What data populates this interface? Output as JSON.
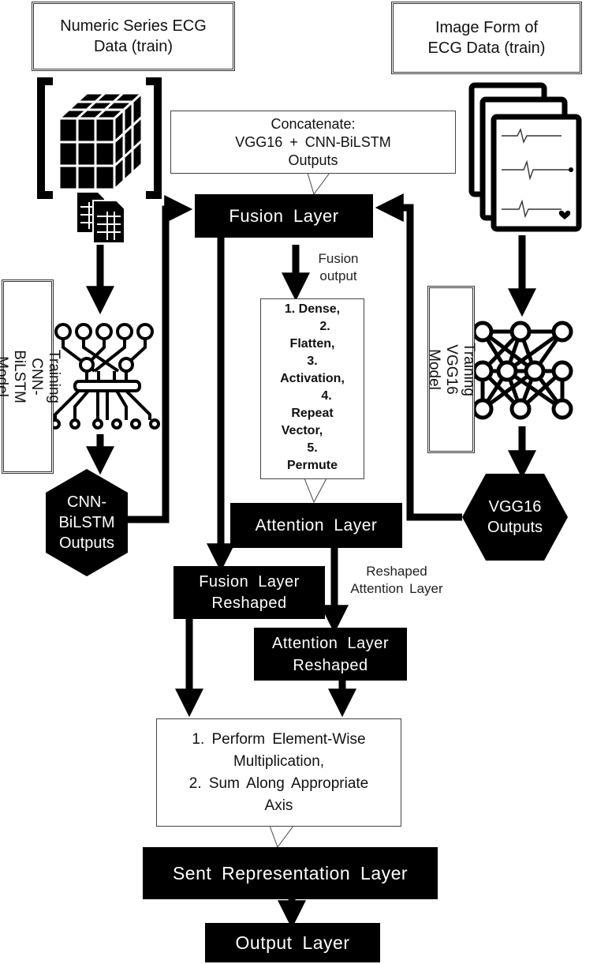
{
  "inputs": {
    "numeric": "Numeric Series ECG\nData (train)",
    "image": "Image Form of\nECG Data (train)"
  },
  "side_labels": {
    "cnn": "Training CNN-BiLSTM\nModel",
    "vgg": "Training\nVGG16 Model"
  },
  "outputs": {
    "cnn": "CNN-\nBiLSTM\nOutputs",
    "vgg": "VGG16\nOutputs"
  },
  "callouts": {
    "concatenate": "Concatenate:\nVGG16  +  CNN-BiLSTM\nOutputs",
    "steps": [
      "1. Dense,",
      "2.",
      "Flatten,",
      "3.",
      "Activation,",
      "4.",
      "Repeat",
      "Vector,",
      "5.",
      "Permute"
    ],
    "multiply": "1. Perform  Element-Wise\nMultiplication,\n2. Sum  Along  Appropriate\nAxis"
  },
  "layers": {
    "fusion": "Fusion   Layer",
    "attention": "Attention   Layer",
    "fusion_reshaped": "Fusion   Layer\nReshaped",
    "attention_reshaped": "Attention   Layer\nReshaped",
    "sent": "Sent   Representation   Layer",
    "output": "Output   Layer"
  },
  "edge_labels": {
    "fusion_output": "Fusion\noutput",
    "reshaped_attention": "Reshaped\nAttention Layer"
  },
  "icons": [
    "cube-matrix-icon",
    "spreadsheet-icon",
    "circuit-network-icon",
    "ecg-cards-icon",
    "neural-network-icon"
  ]
}
